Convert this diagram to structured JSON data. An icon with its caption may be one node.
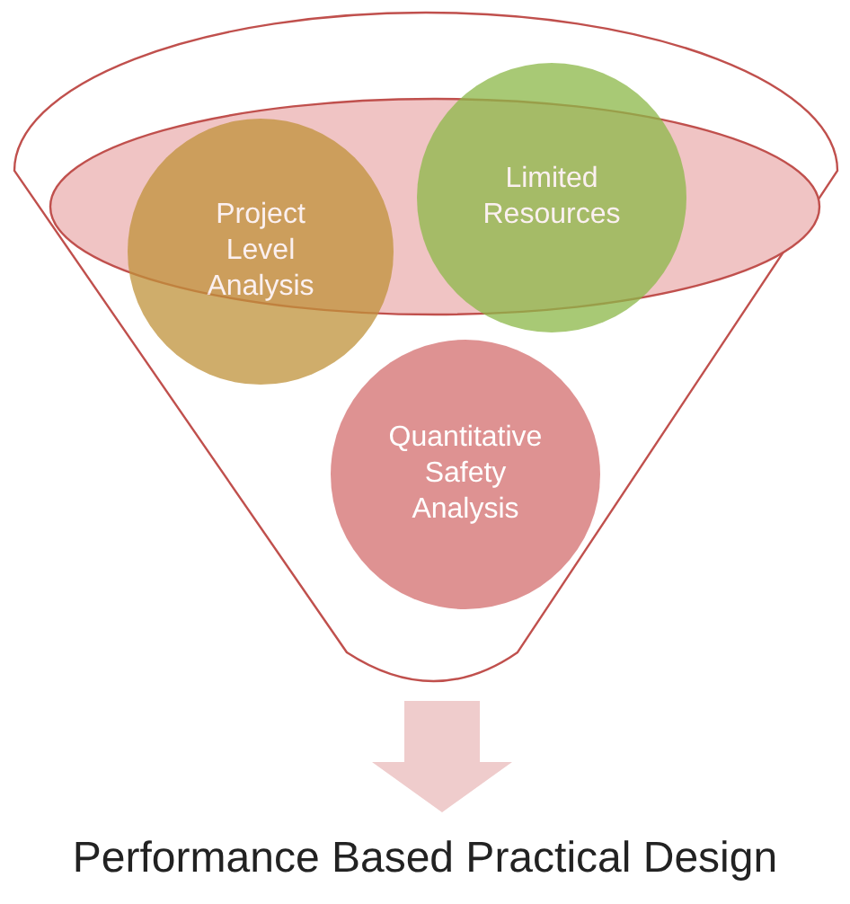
{
  "diagram": {
    "nodes": [
      {
        "text": [],
        "shape": "funnel"
      },
      {
        "text": [
          "Project Level Analysis"
        ],
        "in": 0
      },
      {
        "text": [
          "Limited Resources"
        ],
        "in": 0
      },
      {
        "text": [
          "Quantitative Safety Analysis"
        ],
        "in": 0
      },
      {
        "text": [
          "Performance Based Practical Design"
        ]
      }
    ],
    "edges": [
      {
        "from": 0,
        "to": 4,
        "arrow": "to"
      }
    ]
  }
}
